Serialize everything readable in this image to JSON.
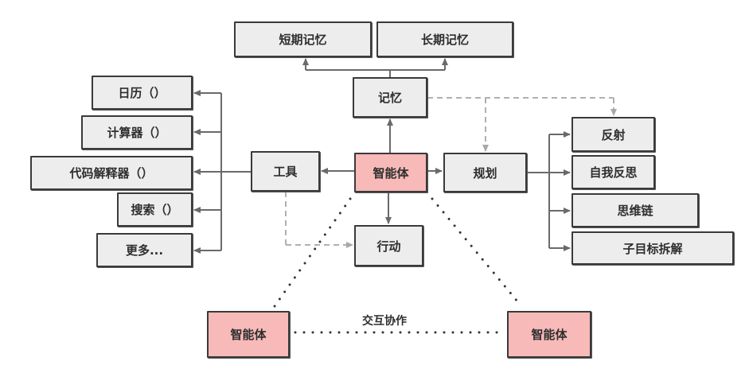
{
  "diagram": {
    "nodes": {
      "agent": "智能体",
      "memory": "记忆",
      "short_term_memory": "短期记忆",
      "long_term_memory": "长期记忆",
      "tools": "工具",
      "planning": "规划",
      "action": "行动",
      "agent_left": "智能体",
      "agent_right": "智能体"
    },
    "tools_items": [
      "日历（）",
      "计算器（）",
      "代码解释器（）",
      "搜索（）",
      "更多..."
    ],
    "planning_items": [
      "反射",
      "自我反思",
      "思维链",
      "子目标拆解"
    ],
    "collaboration_label": "交互协作",
    "edges": [
      {
        "from": "agent",
        "to": "memory",
        "style": "solid"
      },
      {
        "from": "memory",
        "to": "short_term_memory",
        "style": "solid"
      },
      {
        "from": "memory",
        "to": "long_term_memory",
        "style": "solid"
      },
      {
        "from": "agent",
        "to": "tools",
        "style": "solid"
      },
      {
        "from": "agent",
        "to": "planning",
        "style": "solid"
      },
      {
        "from": "agent",
        "to": "action",
        "style": "solid"
      },
      {
        "from": "tools",
        "to": "tools_items",
        "style": "solid"
      },
      {
        "from": "planning",
        "to": "planning_items",
        "style": "solid"
      },
      {
        "from": "memory",
        "to": "planning",
        "style": "dashed"
      },
      {
        "from": "memory",
        "to": "反射",
        "style": "dashed"
      },
      {
        "from": "tools",
        "to": "action",
        "style": "dashed"
      },
      {
        "from": "agent",
        "to": "agent_left",
        "style": "dotted"
      },
      {
        "from": "agent",
        "to": "agent_right",
        "style": "dotted"
      },
      {
        "from": "agent_left",
        "to": "agent_right",
        "style": "dotted"
      }
    ],
    "colors": {
      "agent_fill": "#f8b9b9",
      "node_fill": "#ededed",
      "border": "#3a3a3a",
      "solid_edge": "#6a6a6a",
      "dashed_edge": "#b0b0b0",
      "dotted_edge": "#333333"
    }
  }
}
